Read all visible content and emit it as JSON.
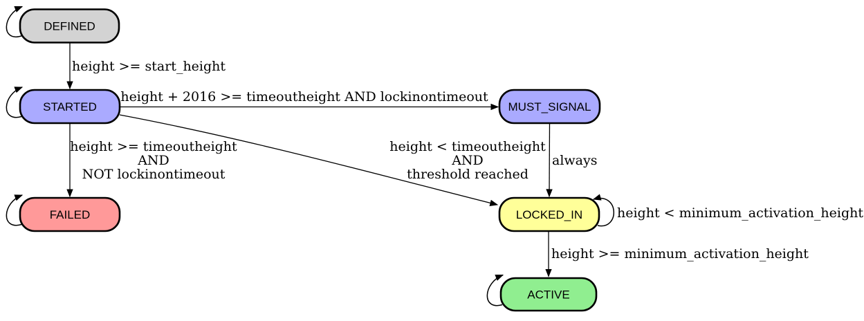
{
  "diagram": {
    "background": "#ffffff",
    "line_color": "#000000",
    "text_color": "#000000",
    "nodes": {
      "defined": {
        "label": "DEFINED",
        "fill": "#d3d3d3"
      },
      "started": {
        "label": "STARTED",
        "fill": "#aaaaff"
      },
      "failed": {
        "label": "FAILED",
        "fill": "#ff9999"
      },
      "must_signal": {
        "label": "MUST_SIGNAL",
        "fill": "#aaaaff"
      },
      "locked_in": {
        "label": "LOCKED_IN",
        "fill": "#ffff99"
      },
      "active": {
        "label": "ACTIVE",
        "fill": "#90ee90"
      }
    },
    "edges": {
      "defined_to_started": {
        "label": "height >= start_height"
      },
      "started_to_must_signal": {
        "label": "height + 2016 >= timeoutheight AND lockinontimeout"
      },
      "started_to_failed": {
        "lines": [
          "height >= timeoutheight",
          "AND",
          "NOT lockinontimeout"
        ]
      },
      "started_to_locked_in": {
        "lines": [
          "height < timeoutheight",
          "AND",
          "threshold reached"
        ]
      },
      "must_signal_to_locked_in": {
        "label": "always"
      },
      "locked_in_self_loop": {
        "label": "height < minimum_activation_height"
      },
      "locked_in_to_active": {
        "label": "height >= minimum_activation_height"
      }
    }
  }
}
